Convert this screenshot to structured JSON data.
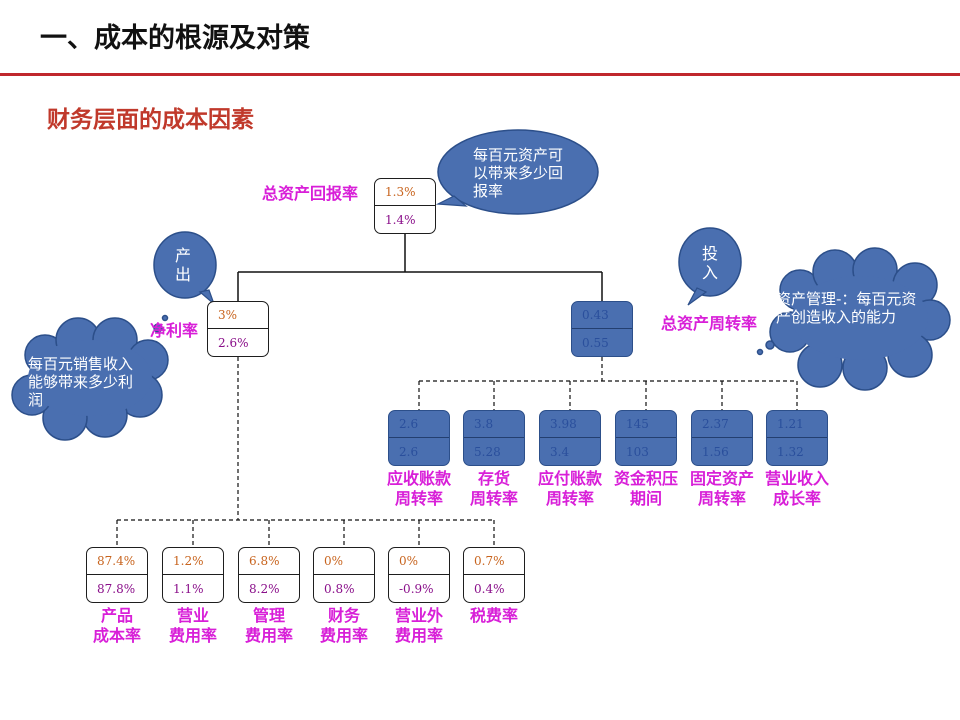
{
  "header": {
    "title": "一、成本的根源及对策",
    "accent_color": "#c0282d"
  },
  "section": {
    "title": "财务层面的成本因素",
    "color": "#c0392b"
  },
  "colors": {
    "label": "#d81fd8",
    "value_top": "#c8641e",
    "value_bottom": "#8a0f8a",
    "bubble_fill": "#4a6fb0"
  },
  "root": {
    "label": "总资产回报率",
    "v1": "1.3%",
    "v2": "1.4%"
  },
  "net_margin": {
    "label": "净利率",
    "v1": "3%",
    "v2": "2.6%"
  },
  "asset_turnover": {
    "label": "总资产周转率",
    "v1": "0.43",
    "v2": "0.55"
  },
  "turnover_items": [
    {
      "label": "应收账款\n周转率",
      "v1": "2.6",
      "v2": "2.6"
    },
    {
      "label": "存货\n周转率",
      "v1": "3.8",
      "v2": "5.28"
    },
    {
      "label": "应付账款\n周转率",
      "v1": "3.98",
      "v2": "3.4"
    },
    {
      "label": "资金积压\n期间",
      "v1": "145",
      "v2": "103"
    },
    {
      "label": "固定资产\n周转率",
      "v1": "2.37",
      "v2": "1.56"
    },
    {
      "label": "营业收入\n成长率",
      "v1": "1.21",
      "v2": "1.32"
    }
  ],
  "cost_items": [
    {
      "label": "产品\n成本率",
      "v1": "87.4%",
      "v2": "87.8%"
    },
    {
      "label": "营业\n费用率",
      "v1": "1.2%",
      "v2": "1.1%"
    },
    {
      "label": "管理\n费用率",
      "v1": "6.8%",
      "v2": "8.2%"
    },
    {
      "label": "财务\n费用率",
      "v1": "0%",
      "v2": "0.8%"
    },
    {
      "label": "营业外\n费用率",
      "v1": "0%",
      "v2": "-0.9%"
    },
    {
      "label": "税费率",
      "v1": "0.7%",
      "v2": "0.4%"
    }
  ],
  "bubbles": {
    "output": "产\n出",
    "input": "投\n入",
    "per_hundred_assets": "每百元资产可\n以带来多少回\n报率",
    "per_hundred_sales": "每百元销售收入\n能够带来多少利\n润",
    "asset_management": "资产管理-：每百元资\n产创造收入的能力"
  }
}
